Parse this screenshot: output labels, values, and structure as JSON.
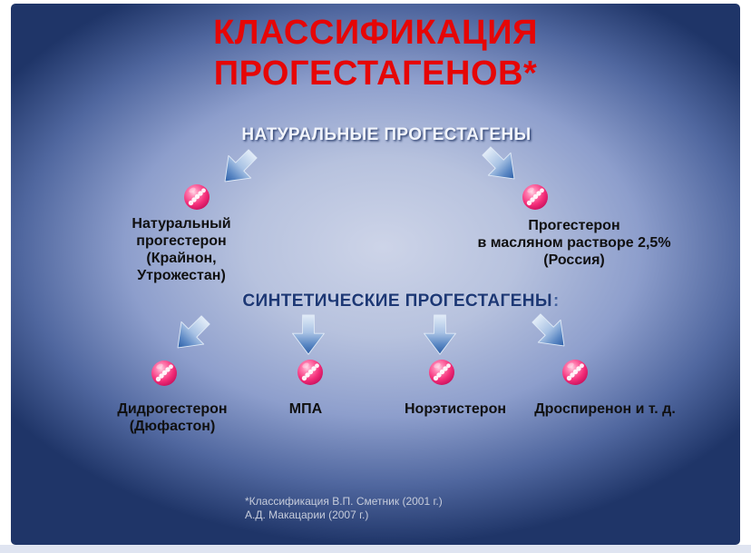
{
  "slide": {
    "title": {
      "line1": "КЛАССИФИКАЦИЯ",
      "line2": "ПРОГЕСТАГЕНОВ*"
    },
    "natural": {
      "heading": "НАТУРАЛЬНЫЕ ПРОГЕСТАГЕНЫ",
      "items": [
        {
          "lines": [
            "Натуральный",
            "прогестерон",
            "(Крайнон,",
            "Утрожестан)"
          ]
        },
        {
          "lines": [
            "Прогестерон",
            "в масляном растворе 2,5%",
            "(Россия)"
          ]
        }
      ]
    },
    "synthetic": {
      "heading": "СИНТЕТИЧЕСКИЕ ПРОГЕСТАГЕНЫ",
      "colon": ":",
      "items": [
        {
          "lines": [
            "Дидрогестерон",
            "(Дюфастон)"
          ]
        },
        {
          "lines": [
            "МПА"
          ]
        },
        {
          "lines": [
            "Норэтистерон"
          ]
        },
        {
          "lines": [
            "Дроспиренон и т. д."
          ]
        }
      ]
    },
    "footnote": {
      "line1": "*Классификация В.П. Сметник (2001 г.)",
      "line2": "А.Д. Макацарии (2007 г.)"
    },
    "colors": {
      "title_red": "#e60606",
      "natural_heading_white": "#f2f5fc",
      "synthetic_heading_navy": "#1d3875",
      "label_text": "#101010",
      "arrow_blue": "#2c5ea6",
      "sphere_pink": "#f42e79",
      "footnote_text": "#c6ccdb"
    }
  }
}
